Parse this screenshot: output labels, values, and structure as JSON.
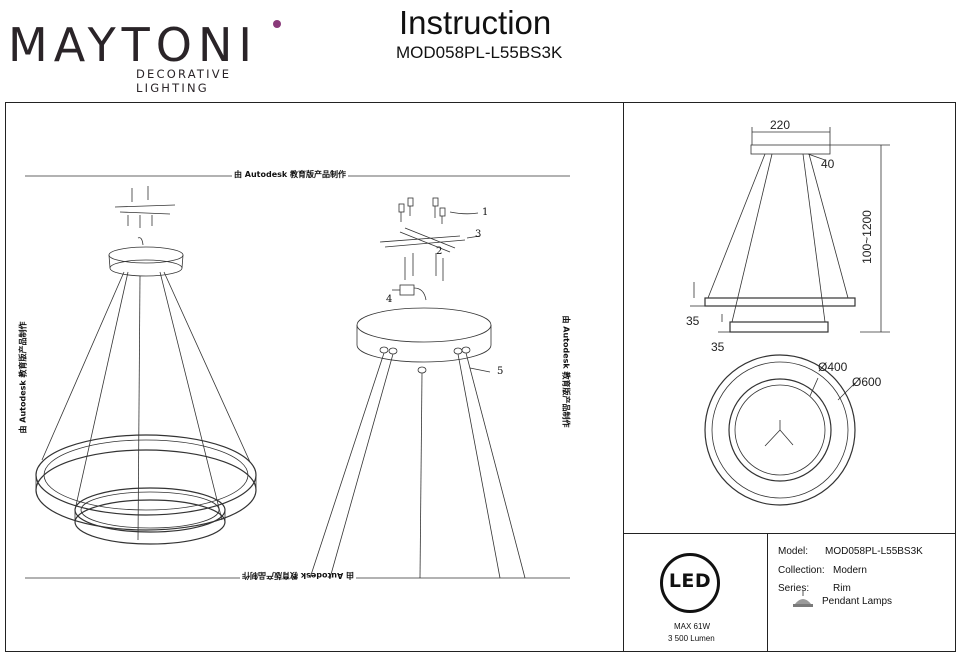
{
  "brand": {
    "name": "MAYTONI",
    "tagline": "DECORATIVE LIGHTING",
    "accent_color": "#8a3a7a"
  },
  "header": {
    "title": "Instruction",
    "model_code": "MOD058PL-L55BS3K"
  },
  "watermark": {
    "text": "由 Autodesk 教育版产品制作"
  },
  "callouts": [
    "1",
    "2",
    "3",
    "4",
    "5"
  ],
  "dimensions": {
    "top_width": "220",
    "canopy_height": "40",
    "suspension": "100~1200",
    "ring_height_upper": "35",
    "ring_height_lower": "35",
    "diameter_small": "Ø400",
    "diameter_large": "Ø600"
  },
  "badge": {
    "label": "LED",
    "max_power": "MAX 61W",
    "lumen": "3 500 Lumen"
  },
  "spec": {
    "model_label": "Model:",
    "model_value": "MOD058PL-L55BS3K",
    "collection_label": "Collection:",
    "collection_value": "Modern",
    "series_label": "Series:",
    "series_value": "Rim",
    "type_value": "Pendant Lamps"
  },
  "icons": [
    "pendant-lamp-icon"
  ]
}
